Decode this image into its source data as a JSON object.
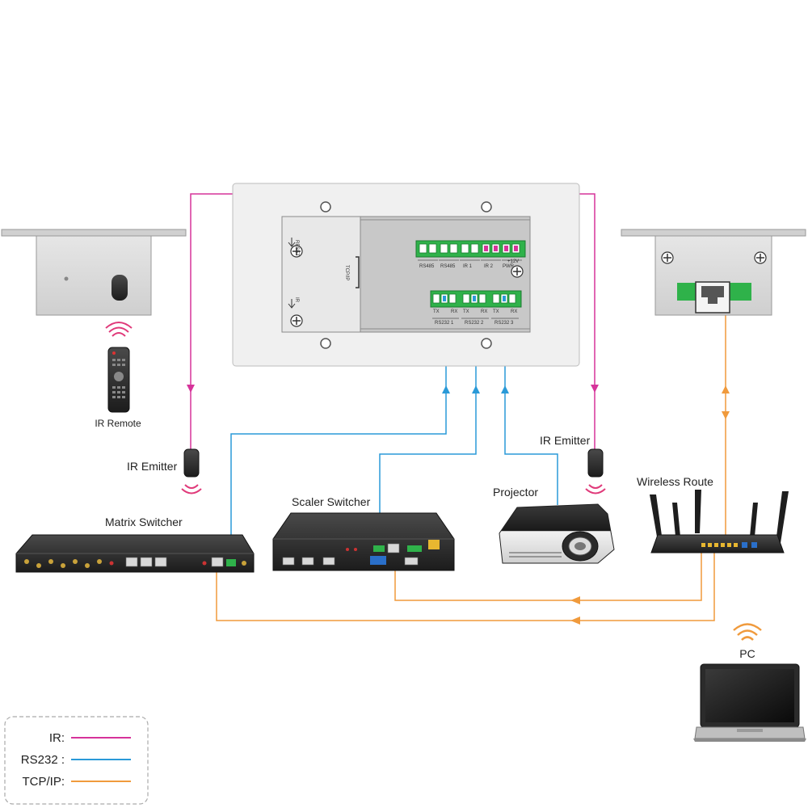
{
  "labels": {
    "ir_remote": "IR Remote",
    "ir_emitter_left": "IR Emitter",
    "ir_emitter_right": "IR Emitter",
    "matrix_switcher": "Matrix Switcher",
    "scaler_switcher": "Scaler Switcher",
    "projector": "Projector",
    "wireless_router": "Wireless Route",
    "pc": "PC"
  },
  "panel_labels": {
    "reset": "RESET",
    "tcpip": "TCP/IP",
    "ir": "IR",
    "rs485_1": "RS485",
    "rs485_2": "RS485",
    "ir1": "IR 1",
    "ir2": "IR 2",
    "pwr": "PWR",
    "v12": "+12V",
    "rs232_1": "RS232 1",
    "rs232_2": "RS232 2",
    "rs232_3": "RS232 3",
    "tx": "TX",
    "rx": "RX"
  },
  "legend": {
    "items": [
      {
        "label": "IR:",
        "color": "#d6339a"
      },
      {
        "label": "RS232 :",
        "color": "#2a9ad8"
      },
      {
        "label": "TCP/IP:",
        "color": "#f09a3c"
      }
    ]
  },
  "colors": {
    "ir": "#d6339a",
    "rs232": "#2a9ad8",
    "tcpip": "#f09a3c",
    "terminal_green": "#2fb24a",
    "panel_gray": "#d6d6d6",
    "device_dark": "#2a2a2a"
  }
}
